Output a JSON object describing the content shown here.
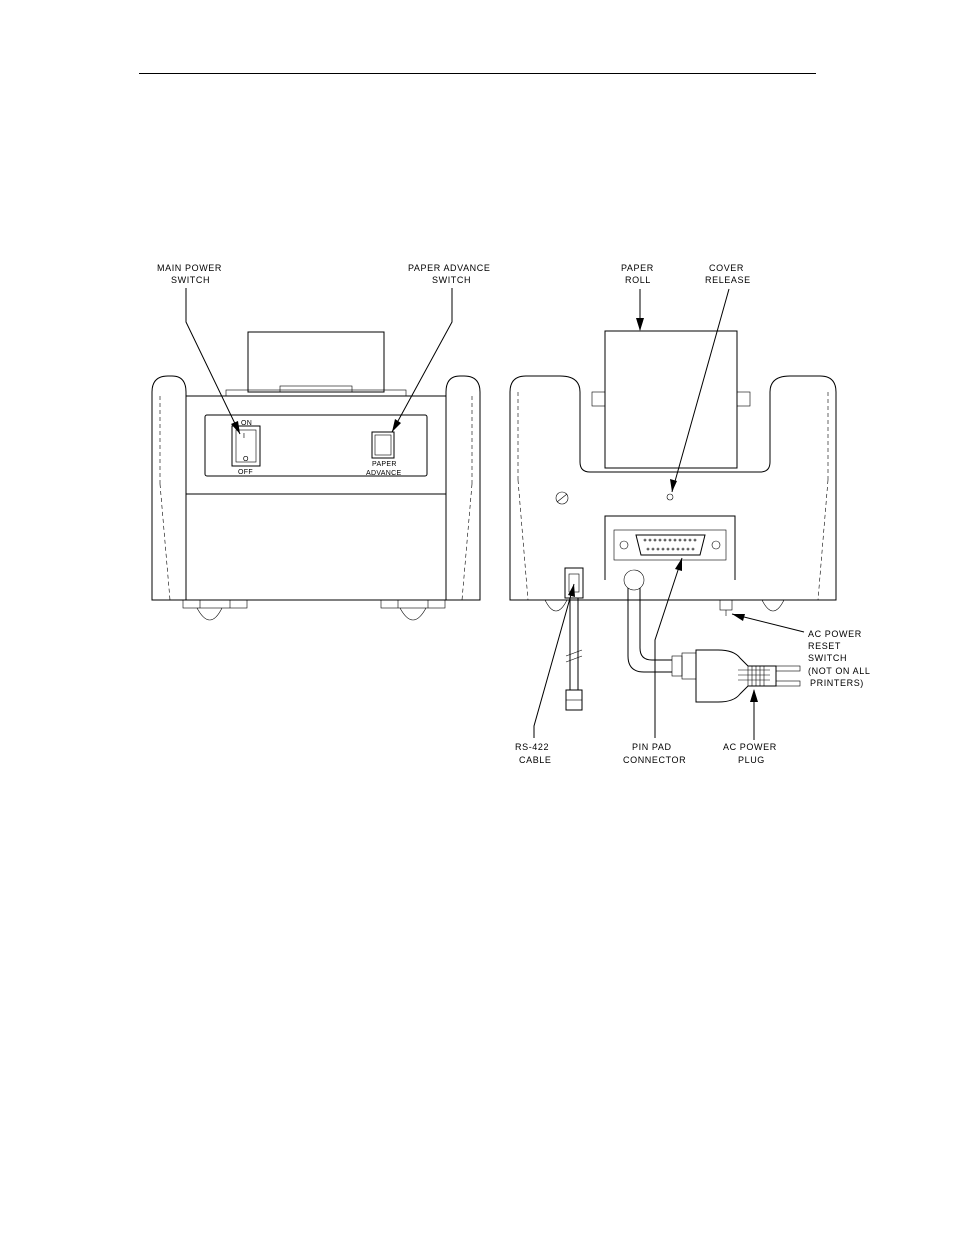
{
  "callouts": {
    "main_power_switch": [
      "MAIN POWER",
      "SWITCH"
    ],
    "paper_advance_switch": [
      "PAPER ADVANCE",
      "SWITCH"
    ],
    "paper_roll": [
      "PAPER",
      "ROLL"
    ],
    "cover_release": [
      "COVER",
      "RELEASE"
    ],
    "ac_power_reset_switch": [
      "AC POWER",
      "RESET",
      "SWITCH",
      "(NOT ON ALL",
      "PRINTERS)"
    ],
    "rs422_cable": [
      "RS-422",
      "CABLE"
    ],
    "pin_pad_connector": [
      "PIN PAD",
      "CONNECTOR"
    ],
    "ac_power_plug": [
      "AC POWER",
      "PLUG"
    ]
  },
  "panel_labels": {
    "on": "ON",
    "off": "OFF",
    "on_symbol": "I",
    "off_symbol": "O",
    "paper_advance": [
      "PAPER",
      "ADVANCE"
    ]
  }
}
